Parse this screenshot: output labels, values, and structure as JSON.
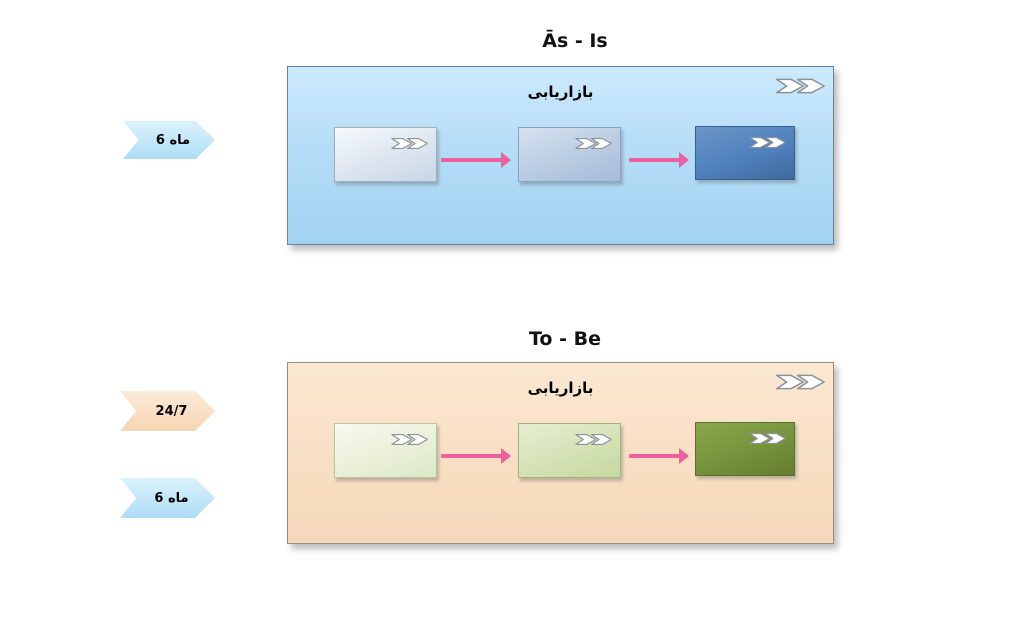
{
  "as_is": {
    "title": "Ās - Is",
    "panel_label": "بازاریابی",
    "side_label": "6 ماه",
    "panel_color": "#b5ddf7",
    "box_colors": [
      "#dce5ef",
      "#b9cce2",
      "#4f81bd"
    ],
    "side_label_color": "#bfe5f8"
  },
  "to_be": {
    "title": "To - Be",
    "panel_label": "بازاریابی",
    "side_label_top": "24/7",
    "side_label_bottom": "6 ماه",
    "panel_color": "#f8dfc3",
    "box_colors": [
      "#e9f0d8",
      "#d4e2b4",
      "#76923c"
    ],
    "side_label_top_color": "#f8ddc0",
    "side_label_bottom_color": "#bfe5f8"
  },
  "icons": {
    "flow_icon": "double-arrow",
    "flow_icon_glyph": "»"
  },
  "connector_color": "#ee5fa1",
  "background_color": "#ffffff"
}
